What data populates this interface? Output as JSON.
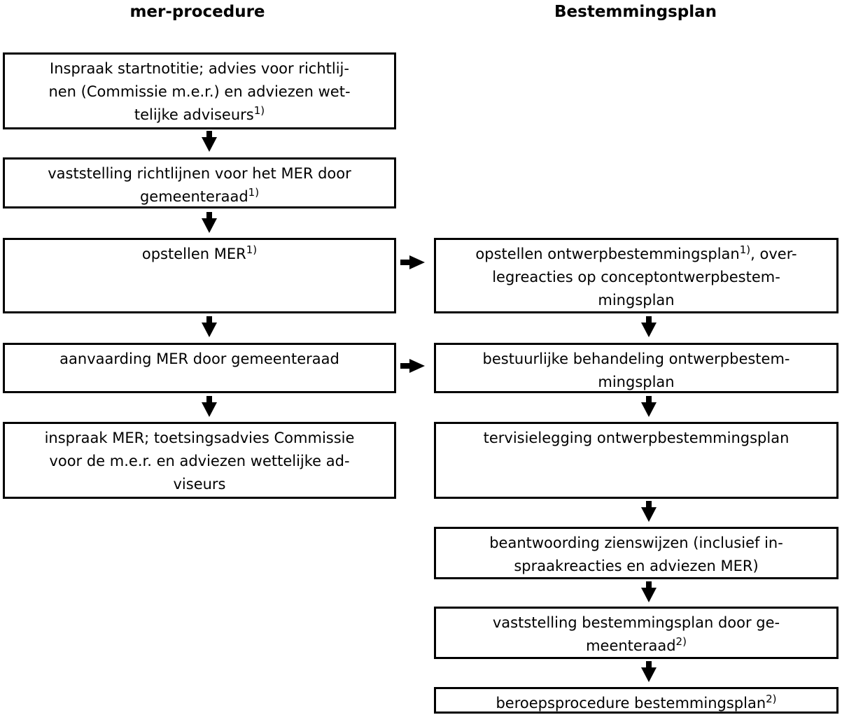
{
  "page": {
    "background_color": "#ffffff",
    "ink_color": "#000000"
  },
  "headers": {
    "left": "mer-procedure",
    "right": "Bestemmingsplan"
  },
  "mer_column": {
    "boxes": [
      {
        "name": "inspraak-startnotitie",
        "lines": [
          [
            {
              "t": "Inspraak startnotitie; advies voor richtlij-"
            }
          ],
          [
            {
              "t": "nen (Commissie m.e.r.) en adviezen wet-"
            }
          ],
          [
            {
              "t": "telijke adviseurs"
            },
            {
              "sup": "1)"
            }
          ]
        ]
      },
      {
        "name": "vaststelling-richtlijnen",
        "lines": [
          [
            {
              "t": "vaststelling richtlijnen voor het MER door"
            }
          ],
          [
            {
              "t": "gemeenteraad"
            },
            {
              "sup": "1)"
            }
          ]
        ]
      },
      {
        "name": "opstellen-mer",
        "lines": [
          [
            {
              "t": "opstellen MER"
            },
            {
              "sup": "1)"
            }
          ]
        ]
      },
      {
        "name": "aanvaarding-mer",
        "lines": [
          [
            {
              "t": "aanvaarding MER door gemeenteraad"
            }
          ]
        ]
      },
      {
        "name": "inspraak-mer",
        "lines": [
          [
            {
              "t": "inspraak MER; toetsingsadvies Commissie"
            }
          ],
          [
            {
              "t": "voor de m.e.r. en adviezen wettelijke ad-"
            }
          ],
          [
            {
              "t": "viseurs"
            }
          ]
        ]
      }
    ]
  },
  "bestemmingsplan_column": {
    "boxes": [
      {
        "name": "opstellen-ontwerpbestemmingsplan",
        "lines": [
          [
            {
              "t": "opstellen ontwerpbestemmingsplan"
            },
            {
              "sup": "1)"
            },
            {
              "t": ", over-"
            }
          ],
          [
            {
              "t": "legreacties op conceptontwerpbestem-"
            }
          ],
          [
            {
              "t": "mingsplan"
            }
          ]
        ]
      },
      {
        "name": "bestuurlijke-behandeling",
        "lines": [
          [
            {
              "t": "bestuurlijke behandeling ontwerpbestem-"
            }
          ],
          [
            {
              "t": "mingsplan"
            }
          ]
        ]
      },
      {
        "name": "tervisielegging",
        "lines": [
          [
            {
              "t": "tervisielegging ontwerpbestemmingsplan"
            }
          ]
        ]
      },
      {
        "name": "beantwoording-zienswijzen",
        "lines": [
          [
            {
              "t": "beantwoording zienswijzen (inclusief in-"
            }
          ],
          [
            {
              "t": "spraakreacties en adviezen MER)"
            }
          ]
        ]
      },
      {
        "name": "vaststelling-bestemmingsplan",
        "lines": [
          [
            {
              "t": "vaststelling bestemmingsplan door ge-"
            }
          ],
          [
            {
              "t": "meenteraad"
            },
            {
              "sup": "2)"
            }
          ]
        ]
      },
      {
        "name": "beroepsprocedure",
        "lines": [
          [
            {
              "t": "beroepsprocedure bestemmingsplan"
            },
            {
              "sup": "2)"
            }
          ]
        ]
      }
    ]
  }
}
